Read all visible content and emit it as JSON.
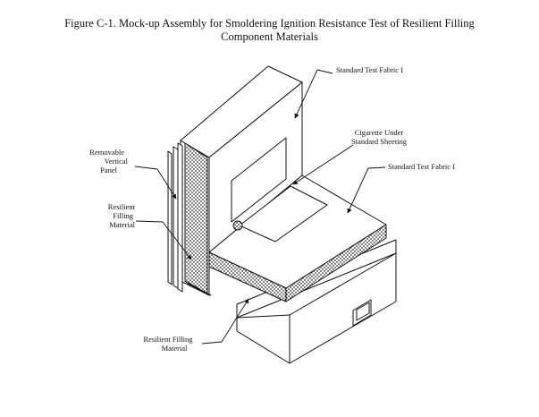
{
  "figure": {
    "title_line1": "Figure C-1. Mock-up Assembly for Smoldering Ignition Resistance Test of Resilient Filling",
    "title_line2": "Component Materials"
  },
  "labels": {
    "fabric_back": "Standard Test Fabric I",
    "cigarette_line1": "Cigarette Under",
    "cigarette_line2": "Standard Sheeting",
    "fabric_seat": "Standard Test Fabric I",
    "removable_line1": "Removable",
    "removable_line2": "Vertical",
    "removable_line3": "Panel",
    "resilient_left_line1": "Resilient",
    "resilient_left_line2": "Filling",
    "resilient_left_line3": "Material",
    "resilient_bottom_line1": "Resilient Filling",
    "resilient_bottom_line2": "Material"
  }
}
